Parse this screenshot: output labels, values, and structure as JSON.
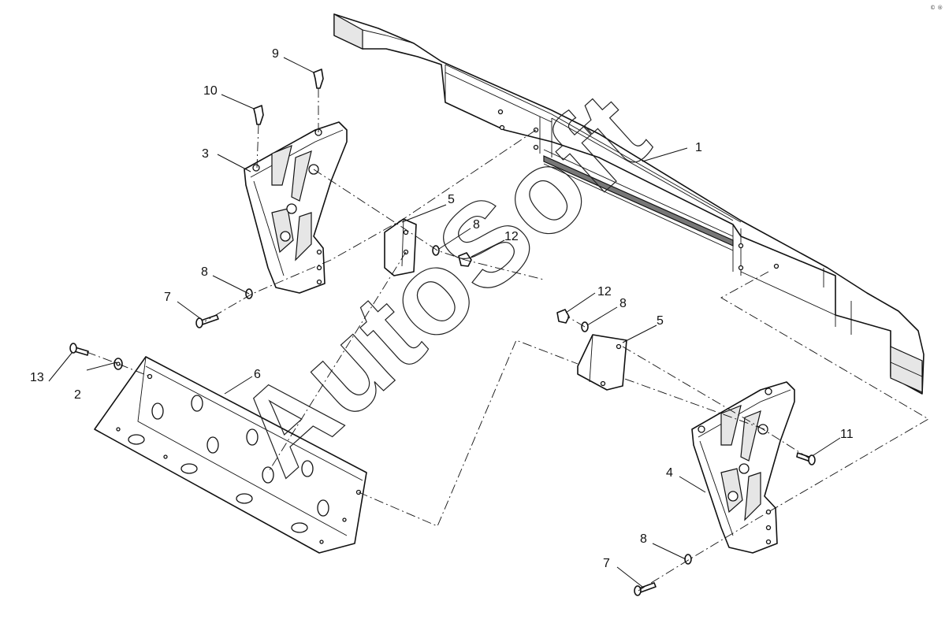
{
  "watermark": {
    "text": "AutoSoft",
    "corner_mark": "© ®"
  },
  "callouts": {
    "c1": "1",
    "c2": "2",
    "c3": "3",
    "c4": "4",
    "c5_left": "5",
    "c5_right": "5",
    "c6": "6",
    "c7_left": "7",
    "c7_right": "7",
    "c8_left_bottom": "8",
    "c8_upper": "8",
    "c8_middle": "8",
    "c8_right_bottom": "8",
    "c9": "9",
    "c10": "10",
    "c11": "11",
    "c12_upper": "12",
    "c12_lower": "12",
    "c13": "13"
  }
}
